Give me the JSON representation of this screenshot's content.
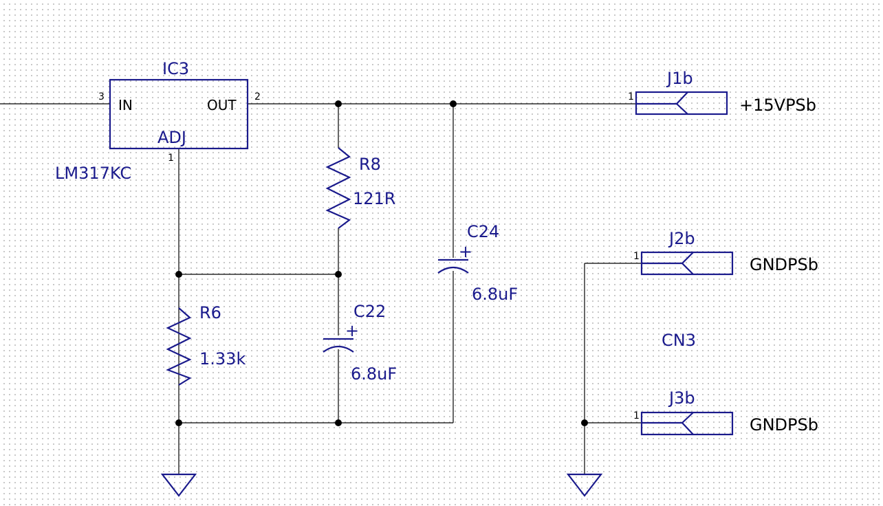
{
  "ic3": {
    "ref": "IC3",
    "value": "LM317KC",
    "pin_in_name": "IN",
    "pin_out_name": "OUT",
    "pin_adj_name": "ADJ",
    "pin_in_num": "3",
    "pin_out_num": "2",
    "pin_adj_num": "1"
  },
  "r8": {
    "ref": "R8",
    "value": "121R"
  },
  "r6": {
    "ref": "R6",
    "value": "1.33k"
  },
  "c22": {
    "ref": "C22",
    "value": "6.8uF",
    "polarity": "+"
  },
  "c24": {
    "ref": "C24",
    "value": "6.8uF",
    "polarity": "+"
  },
  "j1b": {
    "ref": "J1b",
    "pin": "1",
    "net": "+15VPSb"
  },
  "j2b": {
    "ref": "J2b",
    "pin": "1",
    "net": "GNDPSb"
  },
  "j3b": {
    "ref": "J3b",
    "pin": "1",
    "net": "GNDPSb"
  },
  "cn3": {
    "ref": "CN3"
  },
  "colors": {
    "symbol": "#1a1a8c",
    "wire": "#000000",
    "grid": "#b8b8b8"
  }
}
